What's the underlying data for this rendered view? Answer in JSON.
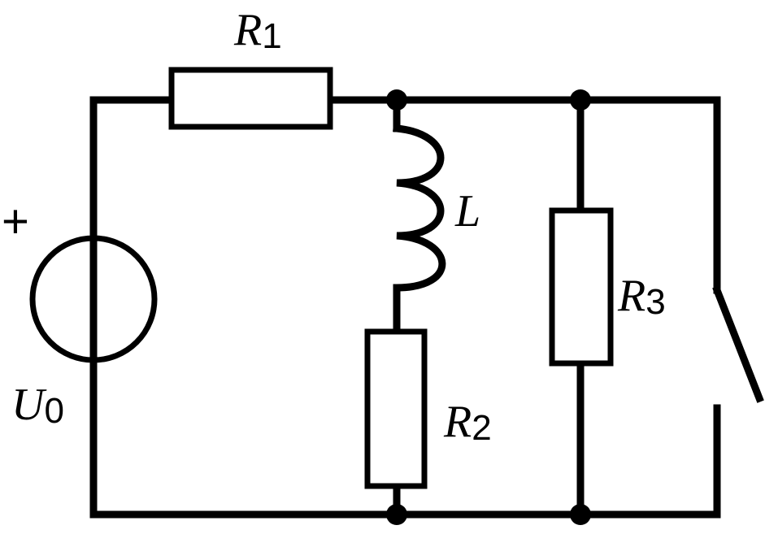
{
  "source": {
    "plus_sign": "+",
    "label": "U",
    "subscript": "0"
  },
  "resistors": {
    "r1": {
      "label": "R",
      "subscript": "1"
    },
    "r2": {
      "label": "R",
      "subscript": "2"
    },
    "r3": {
      "label": "R",
      "subscript": "3"
    }
  },
  "inductor": {
    "label": "L"
  }
}
